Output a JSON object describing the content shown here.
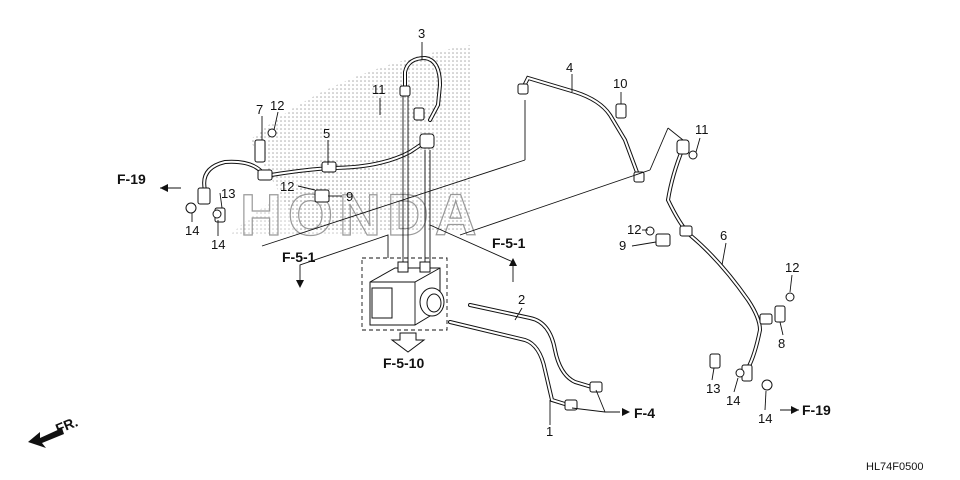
{
  "callouts": [
    "1",
    "2",
    "3",
    "4",
    "5",
    "6",
    "7",
    "8",
    "9",
    "9",
    "10",
    "11",
    "11",
    "12",
    "12",
    "12",
    "12",
    "13",
    "13",
    "14",
    "14",
    "14",
    "14"
  ],
  "refs": {
    "f19_left": "F-19",
    "f19_right": "F-19",
    "f51_left": "F-5-1",
    "f51_right": "F-5-1",
    "f510": "F-5-10",
    "f4": "F-4"
  },
  "watermark": "HONDA",
  "front_label": "FR.",
  "diagram_code": "HL74F0500"
}
